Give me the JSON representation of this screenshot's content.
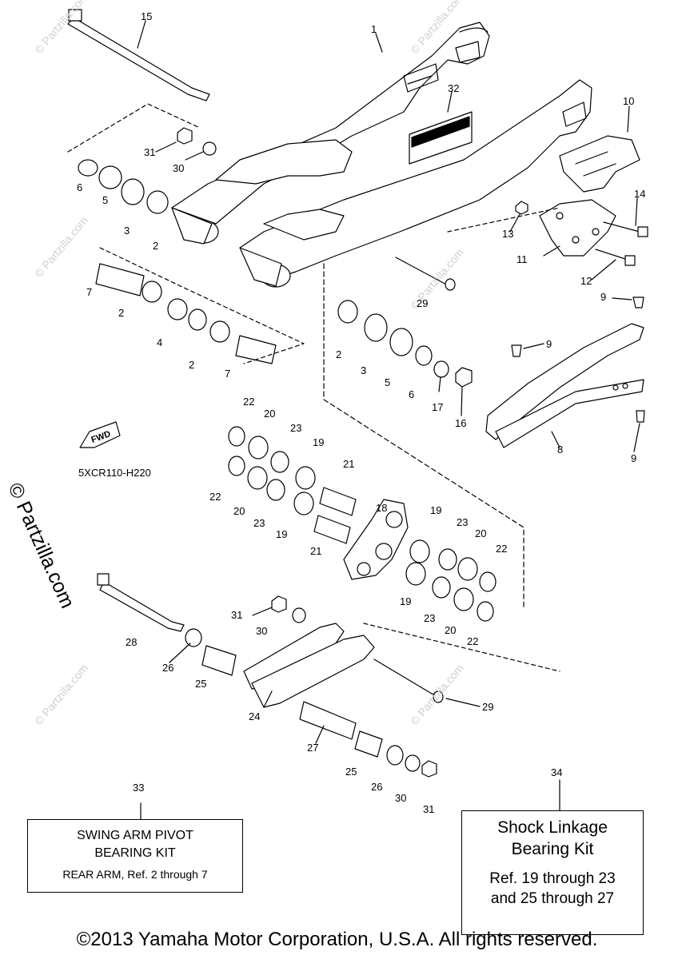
{
  "diagram_code": "5XCR110-H220",
  "fwd_label": "FWD",
  "watermark": "© Partzilla.com",
  "callouts": [
    {
      "id": "c1",
      "t": "1"
    },
    {
      "id": "c15",
      "t": "15"
    },
    {
      "id": "c32",
      "t": "32"
    },
    {
      "id": "c10",
      "t": "10"
    },
    {
      "id": "c31a",
      "t": "31"
    },
    {
      "id": "c30a",
      "t": "30"
    },
    {
      "id": "c6a",
      "t": "6"
    },
    {
      "id": "c5a",
      "t": "5"
    },
    {
      "id": "c3a",
      "t": "3"
    },
    {
      "id": "c2a",
      "t": "2"
    },
    {
      "id": "c14",
      "t": "14"
    },
    {
      "id": "c13",
      "t": "13"
    },
    {
      "id": "c11",
      "t": "11"
    },
    {
      "id": "c12",
      "t": "12"
    },
    {
      "id": "c7a",
      "t": "7"
    },
    {
      "id": "c2b",
      "t": "2"
    },
    {
      "id": "c4",
      "t": "4"
    },
    {
      "id": "c2c",
      "t": "2"
    },
    {
      "id": "c7b",
      "t": "7"
    },
    {
      "id": "c29a",
      "t": "29"
    },
    {
      "id": "c9a",
      "t": "9"
    },
    {
      "id": "c9b",
      "t": "9"
    },
    {
      "id": "c2d",
      "t": "2"
    },
    {
      "id": "c3b",
      "t": "3"
    },
    {
      "id": "c5b",
      "t": "5"
    },
    {
      "id": "c6b",
      "t": "6"
    },
    {
      "id": "c17",
      "t": "17"
    },
    {
      "id": "c16",
      "t": "16"
    },
    {
      "id": "c8",
      "t": "8"
    },
    {
      "id": "c9c",
      "t": "9"
    },
    {
      "id": "c22a",
      "t": "22"
    },
    {
      "id": "c20a",
      "t": "20"
    },
    {
      "id": "c23a",
      "t": "23"
    },
    {
      "id": "c19a",
      "t": "19"
    },
    {
      "id": "c21a",
      "t": "21"
    },
    {
      "id": "c22b",
      "t": "22"
    },
    {
      "id": "c20b",
      "t": "20"
    },
    {
      "id": "c23b",
      "t": "23"
    },
    {
      "id": "c19b",
      "t": "19"
    },
    {
      "id": "c18",
      "t": "18"
    },
    {
      "id": "c21b",
      "t": "21"
    },
    {
      "id": "c19c",
      "t": "19"
    },
    {
      "id": "c23c",
      "t": "23"
    },
    {
      "id": "c20c",
      "t": "20"
    },
    {
      "id": "c22c",
      "t": "22"
    },
    {
      "id": "c19d",
      "t": "19"
    },
    {
      "id": "c23d",
      "t": "23"
    },
    {
      "id": "c20d",
      "t": "20"
    },
    {
      "id": "c22d",
      "t": "22"
    },
    {
      "id": "c31b",
      "t": "31"
    },
    {
      "id": "c30b",
      "t": "30"
    },
    {
      "id": "c28",
      "t": "28"
    },
    {
      "id": "c26a",
      "t": "26"
    },
    {
      "id": "c25a",
      "t": "25"
    },
    {
      "id": "c24",
      "t": "24"
    },
    {
      "id": "c29b",
      "t": "29"
    },
    {
      "id": "c27",
      "t": "27"
    },
    {
      "id": "c25b",
      "t": "25"
    },
    {
      "id": "c26b",
      "t": "26"
    },
    {
      "id": "c30c",
      "t": "30"
    },
    {
      "id": "c31c",
      "t": "31"
    },
    {
      "id": "c33",
      "t": "33"
    },
    {
      "id": "c34",
      "t": "34"
    }
  ],
  "kit_swing_arm": {
    "line1": "SWING ARM PIVOT",
    "line2": "BEARING KIT",
    "line3": "REAR ARM, Ref. 2 through 7"
  },
  "kit_shock": {
    "line1": "Shock Linkage",
    "line2": "Bearing Kit",
    "line3": "Ref. 19 through 23",
    "line4": "and 25 through 27"
  },
  "copyright": "©2013 Yamaha Motor Corporation, U.S.A. All rights reserved."
}
